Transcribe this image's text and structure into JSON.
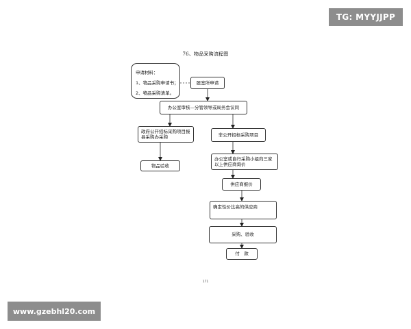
{
  "title": "76、物品采购流程图",
  "note": {
    "heading": "申请材料：",
    "line1": "1、物品采购申请书；",
    "line2": "2、物品采购清单。"
  },
  "steps": {
    "dept_apply": "股室所申请",
    "office_review": "办公室审核—分管领导或局务会议同",
    "gov_tender": "政府公开招标采购项目报县采购办采购",
    "goods_accept": "物品验收",
    "non_tender": "非公开招标采购项目",
    "self_group": "办公室或自行采购小组向三家以上供应商询价",
    "supplier_quote": "供应商报价",
    "choose_supplier": "确定性价比高的供应商",
    "purchase_accept": "采购、验收",
    "payment": "付　款"
  },
  "page_number": "171",
  "watermark_top": "TG: MYYJJPP",
  "watermark_bottom": "www.gzebhl20.com"
}
